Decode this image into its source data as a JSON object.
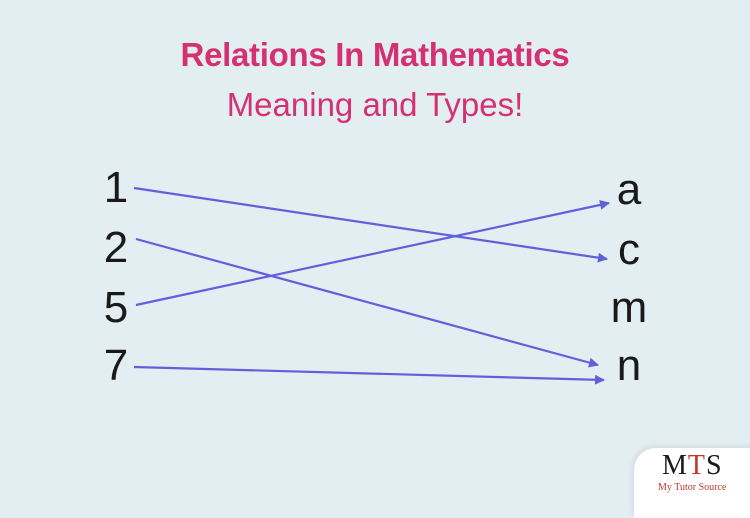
{
  "title": "Relations In Mathematics",
  "subtitle": "Meaning and Types!",
  "domain_set": [
    "1",
    "2",
    "5",
    "7"
  ],
  "codomain_set": [
    "a",
    "c",
    "m",
    "n"
  ],
  "mappings": [
    {
      "from": "1",
      "to": "c"
    },
    {
      "from": "2",
      "to": "n"
    },
    {
      "from": "5",
      "to": "a"
    },
    {
      "from": "7",
      "to": "n"
    }
  ],
  "arrow_color": "#6060dd",
  "title_color": "#d6316f",
  "logo": {
    "mark_m": "M",
    "mark_t": "T",
    "mark_s": "S",
    "text": "My Tutor Source"
  }
}
